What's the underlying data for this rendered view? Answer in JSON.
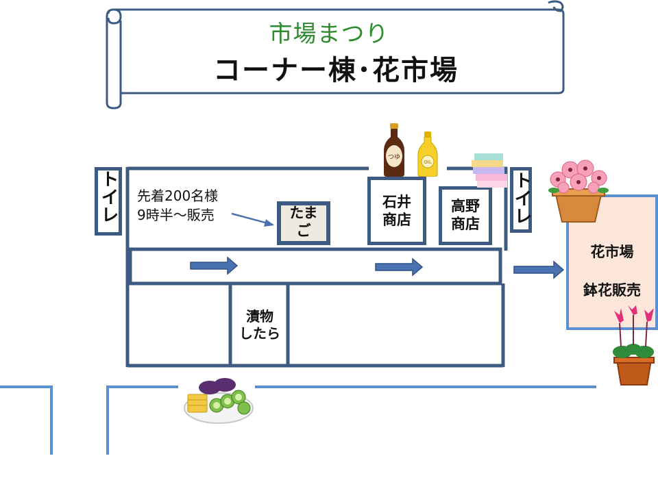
{
  "title": {
    "subtitle": "市場まつり",
    "main": "コーナー棟･花市場"
  },
  "toilet_left": {
    "label": "トイレ"
  },
  "toilet_right": {
    "label": "トイレ"
  },
  "note": {
    "line1": "先着200名様",
    "line2": "9時半～販売"
  },
  "tamago": {
    "line1": "たま",
    "line2": "ご"
  },
  "ishii": {
    "line1": "石井",
    "line2": "商店"
  },
  "takano": {
    "line1": "高野",
    "line2": "商店"
  },
  "tsukemono": {
    "line1": "漬物",
    "line2": "したら"
  },
  "flower_market": {
    "line1": "花市場",
    "line2": "鉢花販売"
  },
  "bottle_soy": {
    "label": "つゆ"
  },
  "bottle_oil": {
    "label": "OIL"
  },
  "colors": {
    "wall": "#3d5b82",
    "arrow": "#4a72b0",
    "street": "#5b8fcf",
    "tamago_fill": "#efeae0",
    "flower_fill": "#fce6d9",
    "title_green": "#2e8b2e"
  }
}
